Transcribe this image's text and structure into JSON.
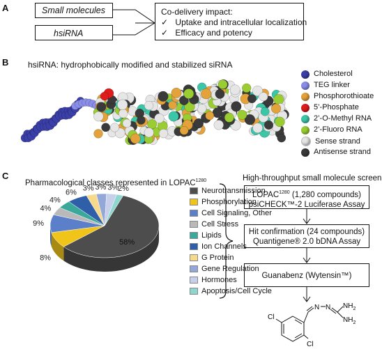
{
  "panel_a": {
    "letter": "A",
    "input_1": "Small molecules",
    "input_2": "hsiRNA",
    "impact_title": "Co-delivery impact:",
    "impact_items": [
      "Uptake and intracellular localization",
      "Efficacy and potency"
    ],
    "check_glyph": "✓"
  },
  "panel_b": {
    "letter": "B",
    "title": "hsiRNA: hydrophobically modified and stabilized siRNA",
    "legend": [
      {
        "label": "Cholesterol",
        "color": "#3b3fa8"
      },
      {
        "label": "TEG linker",
        "color": "#8a8ee8"
      },
      {
        "label": "Phosphorothioate",
        "color": "#e3a23a"
      },
      {
        "label": "5’-Phosphate",
        "color": "#e01b1b"
      },
      {
        "label": "2’-O-Methyl RNA",
        "color": "#3cc6a8"
      },
      {
        "label": "2’-Fluoro RNA",
        "color": "#9acd32"
      },
      {
        "label": "Sense strand",
        "color": "#e6e6e6"
      },
      {
        "label": "Antisense strand",
        "color": "#3a3a3a"
      }
    ]
  },
  "panel_c": {
    "letter": "C",
    "pie_title": "Pharmacological classes represented in LOPAC",
    "pie_title_sup": "1280",
    "flow_title": "High-throughput small molecule screen",
    "step1_line1": "LOPAC",
    "step1_sup": "1280",
    "step1_line1_rest": " (1,280 compounds)",
    "step1_line2": "psiCHECK™-2 Luciferase Assay",
    "step2_line1": "Hit confirmation (24 compounds)",
    "step2_line2": "Quantigene® 2.0 bDNA Assay",
    "step3": "Guanabenz (Wytensin™)",
    "struct_labels": {
      "nh2_top": "NH",
      "nh2_bot": "NH",
      "sub": "2",
      "n1": "N",
      "n2": "N",
      "cl_top": "Cl",
      "cl_bot": "Cl"
    }
  },
  "chart_data": {
    "type": "pie",
    "title": "Pharmacological classes represented in LOPAC1280",
    "categories": [
      "Neurotransmission",
      "Phosphorylation",
      "Cell Signaling, Other",
      "Cell Stress",
      "Lipids",
      "Ion Channels",
      "G Protein",
      "Gene Regulation",
      "Hormones",
      "Apoptosis/Cell Cycle"
    ],
    "values": [
      58,
      8,
      9,
      4,
      4,
      6,
      3,
      3,
      3,
      2
    ],
    "value_labels": [
      "58%",
      "8%",
      "9%",
      "4%",
      "4%",
      "6%",
      "3%",
      "3%",
      "3%",
      "2%"
    ],
    "colors": [
      "#4d4d4d",
      "#f0c419",
      "#5b7fc9",
      "#b9b9b9",
      "#3aa99b",
      "#2f5fa8",
      "#f6d98a",
      "#93a7d8",
      "#c7d0ea",
      "#8fd6cf"
    ],
    "legend_position": "right"
  }
}
